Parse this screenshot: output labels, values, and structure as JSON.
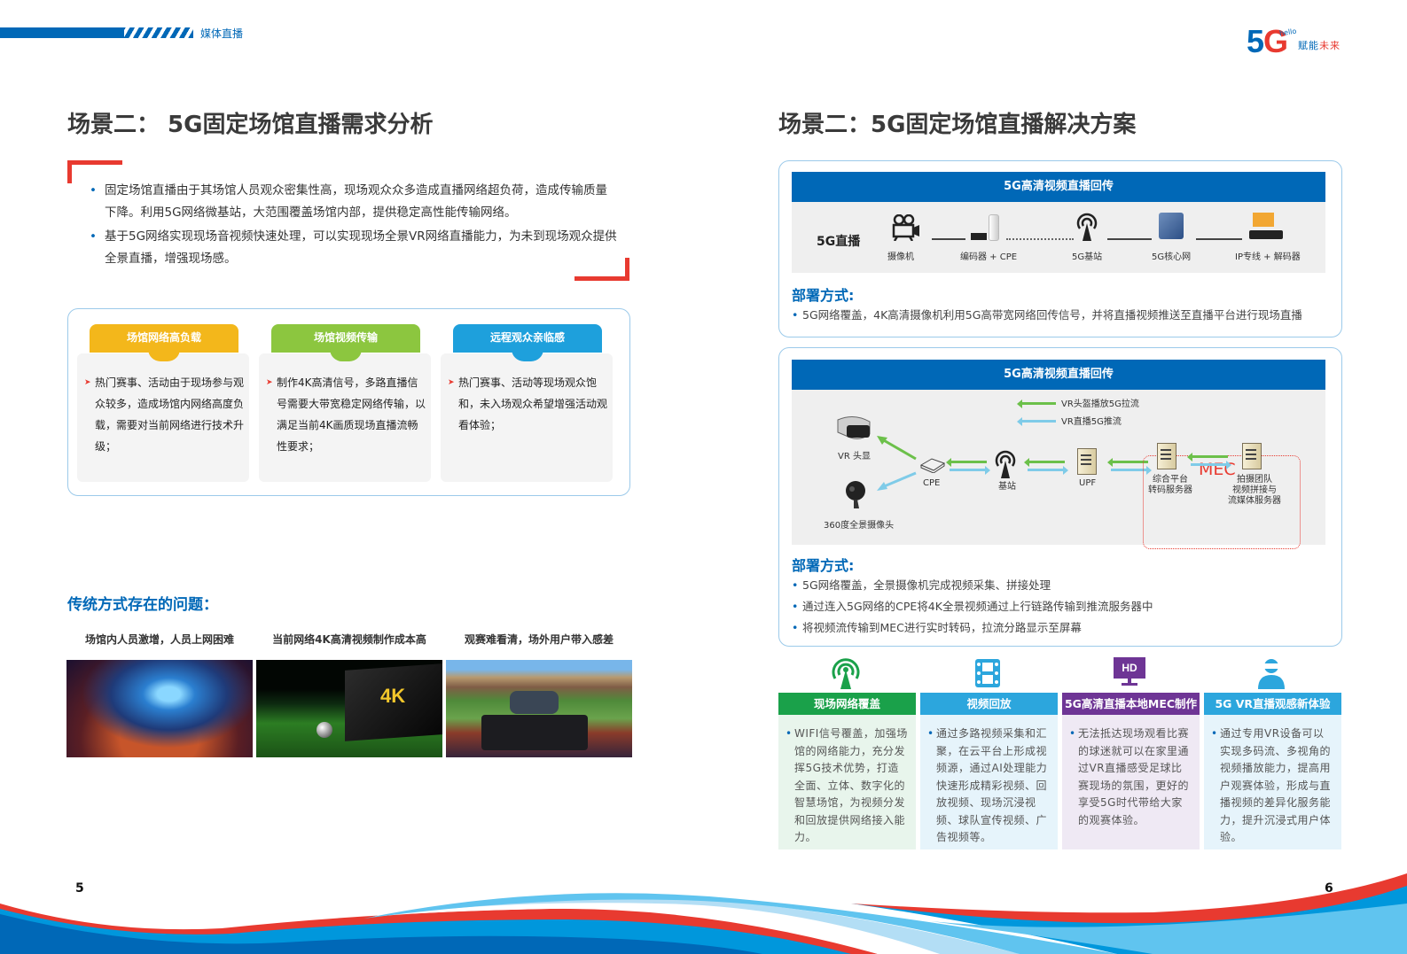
{
  "header": {
    "section": "媒体直播",
    "logo": {
      "main": "5G",
      "script": "hello",
      "tagline_a": "赋能",
      "tagline_b": "未来"
    }
  },
  "left": {
    "title": "场景二： 5G固定场馆直播需求分析",
    "intro": [
      "固定场馆直播由于其场馆人员观众密集性高，现场观众众多造成直播网络超负荷，造成传输质量下降。利用5G网络微基站，大范围覆盖场馆内部，提供稳定高性能传输网络。",
      "基于5G网络实现现场音视频快速处理，可以实现现场全景VR网络直播能力，为未到现场观众提供全景直播，增强现场感。"
    ],
    "needs": [
      {
        "title": "场馆网络高负载",
        "color": "#f3b71b",
        "text": "热门赛事、活动由于现场参与观众较多，造成场馆内网络高度负载，需要对当前网络进行技术升级；"
      },
      {
        "title": "场馆视频传输",
        "color": "#8cc63f",
        "text": "制作4K高清信号，多路直播信号需要大带宽稳定网络传输，以满足当前4K画质现场直播流畅性要求；"
      },
      {
        "title": "远程观众亲临感",
        "color": "#1ea0dc",
        "text": "热门赛事、活动等现场观众饱和，未入场观众希望增强活动观看体验；"
      }
    ],
    "problems_heading": "传统方式存在的问题：",
    "problems": [
      {
        "caption": "场馆内人员激增，人员上网困难",
        "image": "arena-crowd-photo"
      },
      {
        "caption": "当前网络4K高清视频制作成本高",
        "image": "4k-football-photo",
        "overlay": "4K"
      },
      {
        "caption": "观赛难看清，场外用户带入感差",
        "image": "stadium-camera-photo"
      }
    ],
    "page_number": "5"
  },
  "right": {
    "title": "场景二：5G固定场馆直播解决方案",
    "solution1": {
      "banner": "5G高清视频直播回传",
      "flow_title": "5G直播",
      "devices": [
        "摄像机",
        "编码器 + CPE",
        "5G基站",
        "5G核心网",
        "IP专线 + 解码器"
      ],
      "deploy_heading": "部署方式:",
      "deploy": [
        "5G网络覆盖，4K高清摄像机利用5G高带宽网络回传信号，并将直播视频推送至直播平台进行现场直播"
      ]
    },
    "solution2": {
      "banner": "5G高清视频直播回传",
      "legend": [
        {
          "label": "VR头盔播放5G拉流",
          "color": "#6cc04a"
        },
        {
          "label": "VR直播5G推流",
          "color": "#7fcbe8"
        }
      ],
      "nodes": {
        "vr": "VR 头显",
        "cam360": "360度全景摄像头",
        "cpe": "CPE",
        "bs": "基站",
        "upf": "UPF",
        "platform": [
          "综合平台",
          "转码服务器"
        ],
        "team": [
          "拍摄团队",
          "视频拼接与",
          "流媒体服务器"
        ]
      },
      "mec_label": "MEC",
      "deploy_heading": "部署方式:",
      "deploy": [
        "5G网络覆盖，全景摄像机完成视频采集、拼接处理",
        "通过连入5G网络的CPE将4K全景视频通过上行链路传输到推流服务器中",
        "将视频流传输到MEC进行实时转码，拉流分路显示至屏幕"
      ]
    },
    "features": [
      {
        "title": "现场网络覆盖",
        "icon": "antenna-icon",
        "head_color": "#1aa14a",
        "body_color": "#e8f5ec",
        "text": "WIFI信号覆盖，加强场馆的网络能力，充分发挥5G技术优势，打造全面、立体、数字化的智慧场馆，为视频分发和回放提供网络接入能力。"
      },
      {
        "title": "视频回放",
        "icon": "film-icon",
        "head_color": "#2ca6dd",
        "body_color": "#e6f4fb",
        "text": "通过多路视频采集和汇聚，在云平台上形成视频源，通过AI处理能力快速形成精彩视频、回放视频、现场沉浸视频、球队宣传视频、广告视频等。"
      },
      {
        "title": "5G高清直播本地MEC制作",
        "icon": "hd-monitor-icon",
        "icon_text": "HD",
        "head_color": "#6e3595",
        "body_color": "#efe9f4",
        "text": "无法抵达现场观看比赛的球迷就可以在家里通过VR直播感受足球比赛现场的氛围，更好的享受5G时代带给大家的观赛体验。"
      },
      {
        "title": "5G VR直播观感新体验",
        "icon": "vr-user-icon",
        "head_color": "#2ca6dd",
        "body_color": "#e6f4fb",
        "text": "通过专用VR设备可以实现多码流、多视角的视频播放能力，提高用户观赛体验，形成与直播视频的差异化服务能力，提升沉浸式用户体验。"
      }
    ],
    "page_number": "6"
  },
  "colors": {
    "brand_blue": "#0068b7",
    "accent_red": "#e83a30",
    "light_blue": "#9ccaea"
  }
}
